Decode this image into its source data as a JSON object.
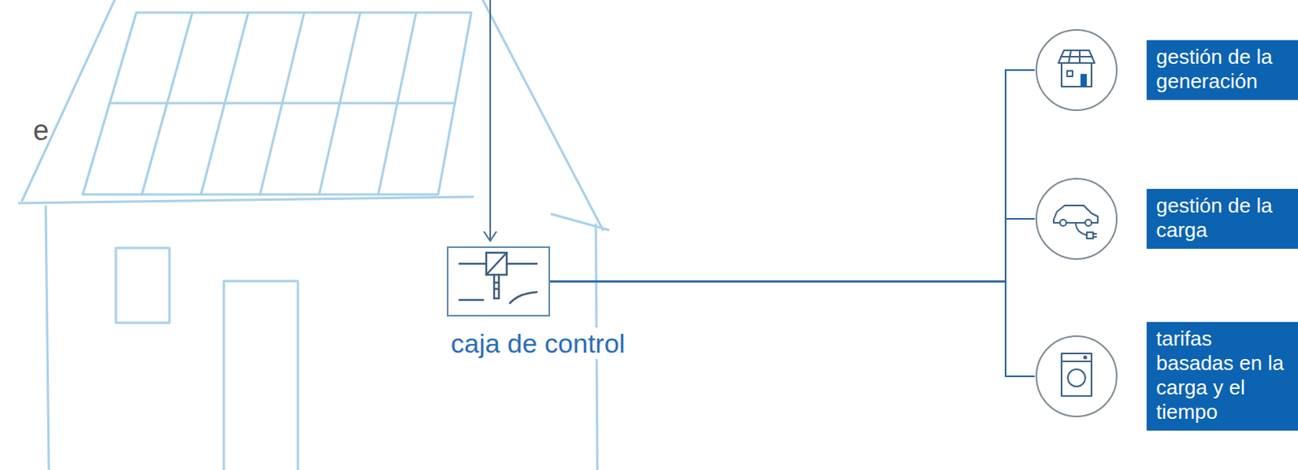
{
  "diagram": {
    "nodes": [
      {
        "text": [
          "caja de control"
        ]
      },
      {
        "text": [
          "gestión de la generación"
        ]
      },
      {
        "text": [
          "gestión de la carga"
        ]
      },
      {
        "text": [
          "tarifas basadas en la carga y el tiempo"
        ]
      }
    ],
    "edges": [
      {
        "from": 0,
        "to": 1,
        "arrow": "none"
      },
      {
        "from": 0,
        "to": 2,
        "arrow": "none"
      },
      {
        "from": 0,
        "to": 3,
        "arrow": "none"
      }
    ],
    "labels": [
      "e"
    ]
  }
}
